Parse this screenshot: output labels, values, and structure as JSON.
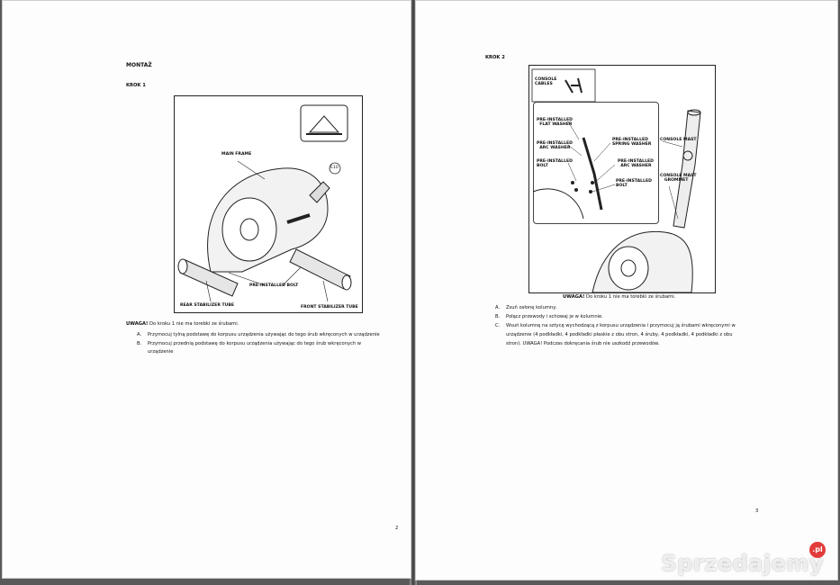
{
  "left_page": {
    "heading": "MONTAŻ",
    "step": "KROK 1",
    "diagram": {
      "labels": [
        "MAIN FRAME",
        "PRE-INSTALLED BOLT",
        "REAR STABILIZER TUBE",
        "FRONT STABILIZER TUBE"
      ],
      "callout": "E10"
    },
    "warning_label": "UWAGA!",
    "warning_text": " Do kroku 1 nie ma torebki ze śrubami.",
    "items": [
      {
        "letter": "A.",
        "text": "Przymocuj tylną podstawę do korpusu urządzenia używając do tego śrub wkręconych w urządzenie"
      },
      {
        "letter": "B.",
        "text": "Przymocuj przednią podstawę do korpusu urządzenia używając do tego śrub wkręconych w",
        "text2": "urządzenie"
      }
    ],
    "page_number": "2"
  },
  "right_page": {
    "step": "KROK 2",
    "diagram": {
      "labels": [
        "CONSOLE",
        "CABLES",
        "PRE-INSTALLED",
        "FLAT WASHER",
        "PRE-INSTALLED",
        "ARC WASHER",
        "PRE-INSTALLED",
        "BOLT",
        "PRE-INSTALLED",
        "SPRING WASHER",
        "PRE-INSTALLED",
        "ARC WASHER",
        "PRE-INSTALLED",
        "BOLT",
        "CONSOLE MAST",
        "CONSOLE MAST",
        "GROMMET"
      ]
    },
    "warning_label": "UWAGA!",
    "warning_text": " Do kroku 1 nie ma torebki ze śrubami.",
    "items": [
      {
        "letter": "A.",
        "text": "Zsuń osłonę kolumny."
      },
      {
        "letter": "B.",
        "text": "Połącz przewody i schowaj je w kolumnie."
      },
      {
        "letter": "C.",
        "lines": [
          "Wsuń kolumnę na sztycę wychodzącą z korpusu urządzenia i przymocuj ją śrubami wkręconymi w",
          "urządzenie (4 podkładki, 4 podkładki płaskie z obu stron, 4 śruby, 4 podkładki, 4 podkładki z obu",
          "stron). UWAGA! Podczas dokręcania śrub nie uszkodź przewodów."
        ]
      }
    ],
    "page_number": "3"
  },
  "watermark": "Sprzedajemy",
  "watermark_badge": ".pl",
  "colors": {
    "paper": "#fdfdfd",
    "background": "#5a5a5a",
    "ink": "#111111",
    "watermark_badge": "#e23b3b"
  }
}
